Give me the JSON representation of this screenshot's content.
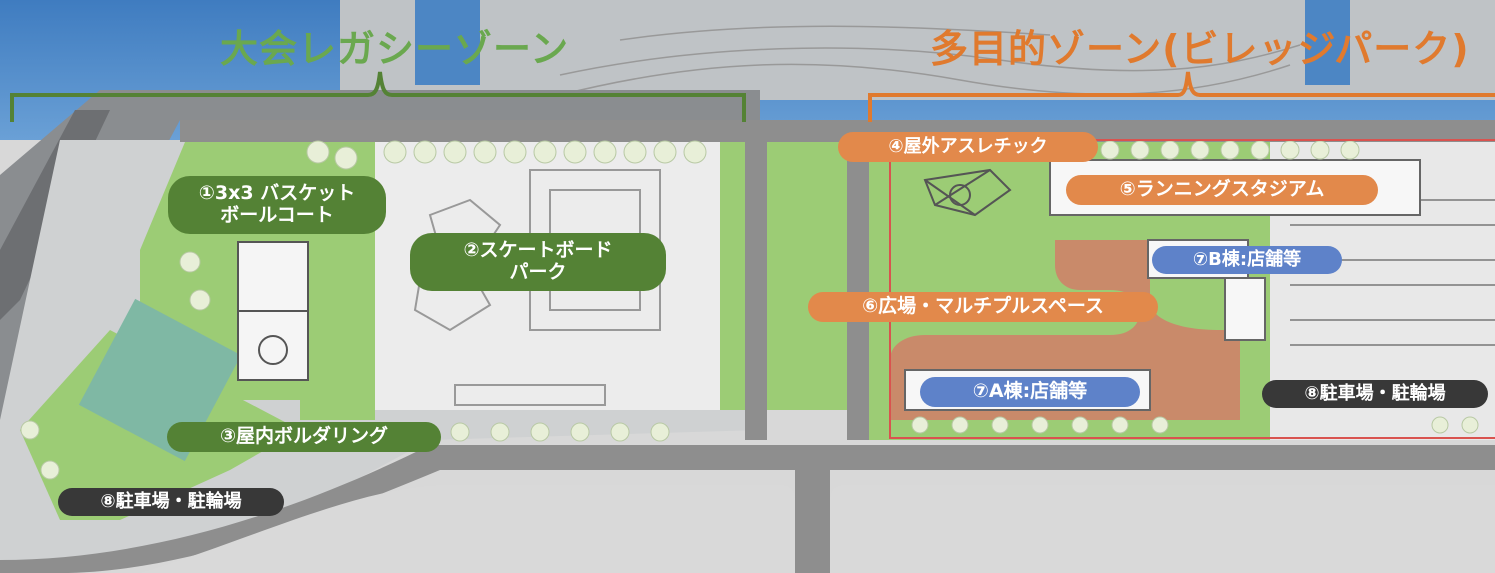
{
  "zones": {
    "legacy": {
      "title": "大会レガシーゾーン",
      "color": "#6aa84f"
    },
    "multipurpose": {
      "title": "多目的ゾーン(ビレッジパーク)",
      "color": "#e07a2e"
    }
  },
  "facilities": {
    "basketball": {
      "line1": "①3x3 バスケット",
      "line2": "ボールコート"
    },
    "skateboard": {
      "line1": "②スケートボード",
      "line2": "パーク"
    },
    "bouldering": {
      "label": "③屋内ボルダリング"
    },
    "athletic": {
      "label": "④屋外アスレチック"
    },
    "running": {
      "label": "⑤ランニングスタジアム"
    },
    "plaza": {
      "label": "⑥広場・マルチプルスペース"
    },
    "building_a": {
      "label": "⑦A棟:店舗等"
    },
    "building_b": {
      "label": "⑦B棟:店舗等"
    },
    "parking_right": {
      "label": "⑧駐車場・駐輪場"
    },
    "parking_left": {
      "label": "⑧駐車場・駐輪場"
    }
  },
  "colors": {
    "sea": "#4c86c4",
    "green_area": "#8ec46a",
    "road": "#9e9e9e",
    "plaza": "#c98a6a",
    "boundary": "#d9534f"
  }
}
